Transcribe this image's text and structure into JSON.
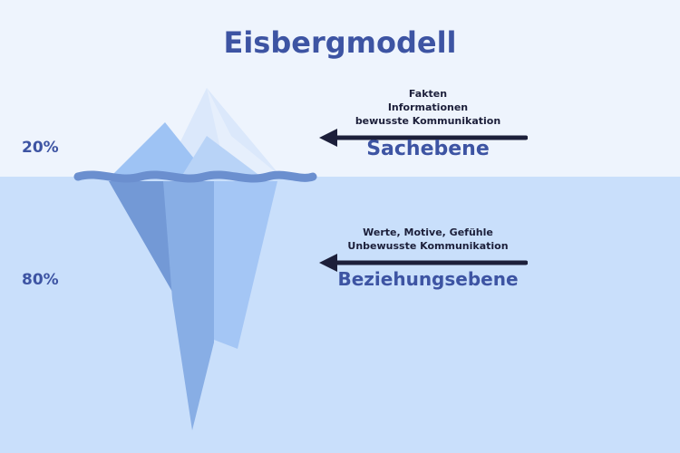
{
  "title": "Eisbergmodell",
  "levels": {
    "sach": {
      "percent": "20%",
      "lines": [
        "Fakten",
        "Informationen",
        "bewusste Kommunikation"
      ],
      "name": "Sachebene"
    },
    "beziehung": {
      "percent": "80%",
      "lines": [
        "Werte, Motive, Gefühle",
        "Unbewusste Kommunikation"
      ],
      "name": "Beziehungsebene"
    }
  },
  "colors": {
    "accent": "#3d54a3",
    "sky": "#eef4fd",
    "water": "#c9dffb",
    "arrow": "#1c1f3a"
  }
}
